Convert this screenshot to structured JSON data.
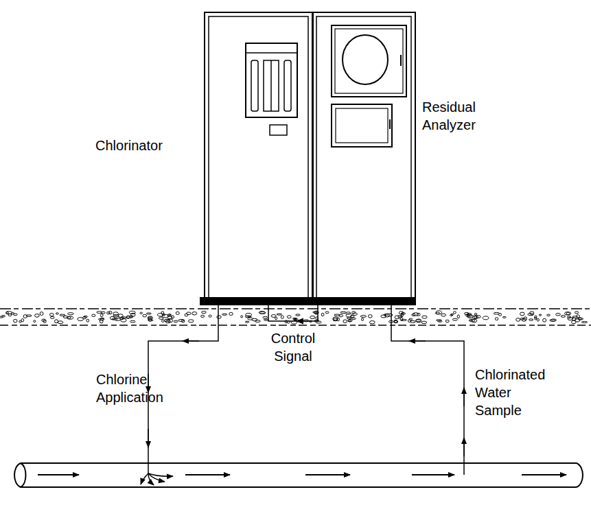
{
  "diagram": {
    "nodes": [
      {
        "text": [
          "Chlorinator"
        ]
      },
      {
        "text": [
          "Residual Analyzer"
        ]
      }
    ],
    "edges": [
      {
        "from": 1,
        "to": 0,
        "arrow": "to",
        "label": "Control Signal"
      }
    ],
    "labels": [
      "Chlorine Application",
      "Chlorinated Water Sample"
    ]
  }
}
